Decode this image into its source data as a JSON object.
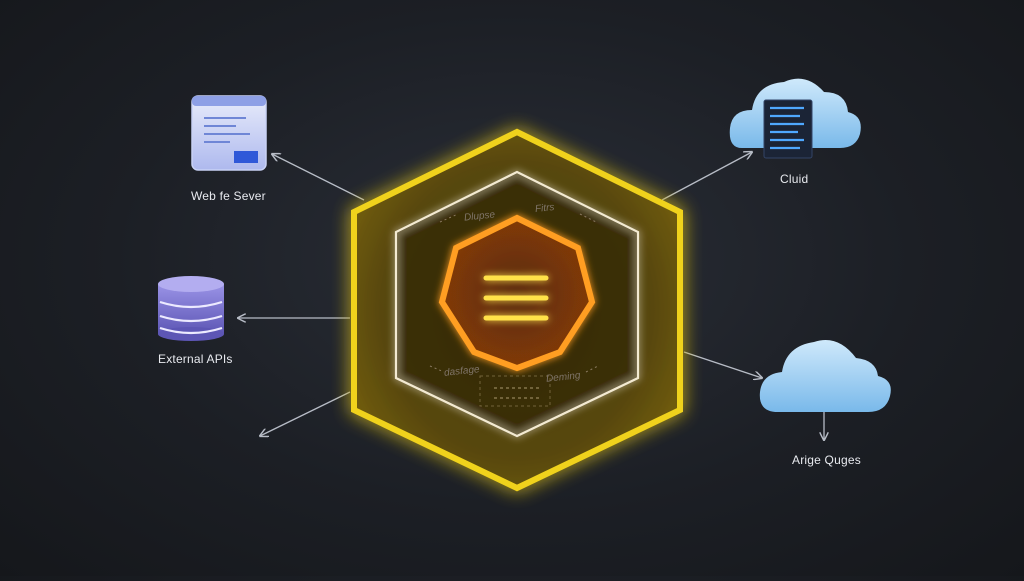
{
  "nodes": {
    "web_server": {
      "label": "Web fe Sever",
      "icon": "browser-window-icon"
    },
    "external_apis": {
      "label": "External APIs",
      "icon": "database-icon"
    },
    "cloud": {
      "label": "Cluid",
      "icon": "cloud-server-icon"
    },
    "storage": {
      "label": "Arige Quges",
      "icon": "cloud-icon"
    }
  },
  "hub": {
    "icon": "stack-menu-icon",
    "inner_labels": {
      "top_left": "Dlupse",
      "top_right": "Fitrs",
      "bottom_left": "dasfage",
      "bottom_right": "Deming"
    }
  },
  "colors": {
    "background": "#1c1f25",
    "hub_outer": "#f2d21c",
    "hub_glow": "#ffb400",
    "hub_core": "#ff9a1a",
    "arrows": "#b7bcc6",
    "cloud_fill": "#9fd2f6",
    "database_fill": "#7d76d2"
  }
}
